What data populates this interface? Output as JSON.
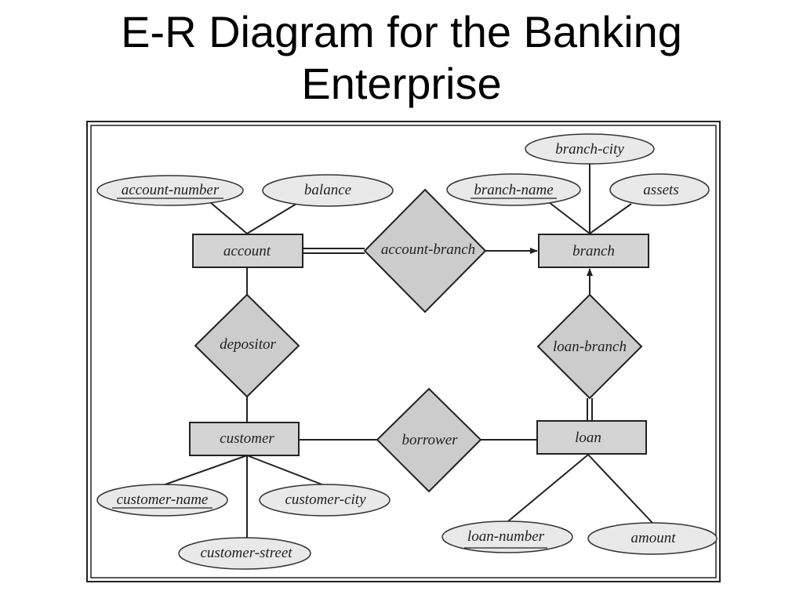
{
  "title": {
    "line1": "E-R Diagram for the Banking",
    "line2": "Enterprise"
  },
  "entities": {
    "account": "account",
    "branch": "branch",
    "customer": "customer",
    "loan": "loan"
  },
  "relationships": {
    "account_branch": "account-branch",
    "depositor": "depositor",
    "borrower": "borrower",
    "loan_branch": "loan-branch"
  },
  "attributes": {
    "account_number": "account-number",
    "balance": "balance",
    "branch_city": "branch-city",
    "branch_name": "branch-name",
    "assets": "assets",
    "customer_name": "customer-name",
    "customer_city": "customer-city",
    "customer_street": "customer-street",
    "loan_number": "loan-number",
    "amount": "amount"
  }
}
